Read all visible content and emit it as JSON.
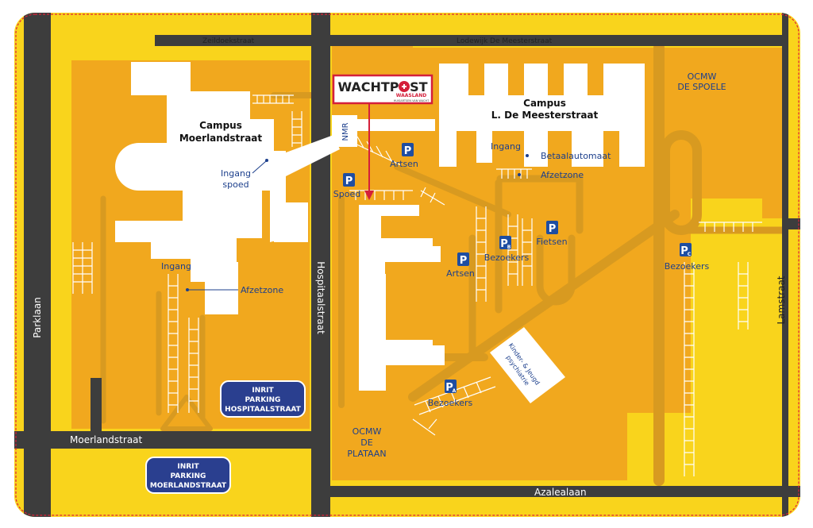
{
  "colors": {
    "background": "#f9d41c",
    "block": "#f1a81e",
    "path": "#d89a20",
    "road": "#3d3d3d",
    "building": "#ffffff",
    "label_blue": "#1c3f8c",
    "parking_blue": "#1e4da1",
    "brand_red": "#d41f3a",
    "border": "#e0223a"
  },
  "roads": {
    "zeildoekstraat": "Zeildoekstraat",
    "lodewijk": "Lodewijk De Meesterstraat",
    "parklaan": "Parklaan",
    "hospitaalstraat": "Hospitaalstraat",
    "moerlandstraat": "Moerlandstraat",
    "lamstraat": "Lamstraat",
    "azalealaan": "Azalealaan"
  },
  "campuses": {
    "moerland_line1": "Campus",
    "moerland_line2": "Moerlandstraat",
    "meester_line1": "Campus",
    "meester_line2": "L. De Meesterstraat"
  },
  "areas": {
    "spoele_line1": "OCMW",
    "spoele_line2": "DE SPOELE",
    "plataan_line1": "OCMW",
    "plataan_line2": "DE",
    "plataan_line3": "PLATAAN",
    "kinder_line1": "Kinder- & Jeugd",
    "kinder_line2": "psychiatrie",
    "nmr": "NMR"
  },
  "labels": {
    "ingang_spoed_1": "Ingang",
    "ingang_spoed_2": "spoed",
    "ingang_left": "Ingang",
    "afzetzone_left": "Afzetzone",
    "ingang_right": "Ingang",
    "betaalautomaat": "Betaalautomaat",
    "afzetzone_right": "Afzetzone"
  },
  "parking": [
    {
      "letter": "P",
      "sub": "",
      "label": "Artsen"
    },
    {
      "letter": "P",
      "sub": "",
      "label": "Spoed"
    },
    {
      "letter": "P",
      "sub": "",
      "label": "Artsen"
    },
    {
      "letter": "P",
      "sub": "B",
      "label": "Bezoekers"
    },
    {
      "letter": "P",
      "sub": "",
      "label": "Fietsen"
    },
    {
      "letter": "P",
      "sub": "C",
      "label": "Bezoekers"
    },
    {
      "letter": "P",
      "sub": "A",
      "label": "Bezoekers"
    }
  ],
  "entrances": {
    "hospitaal_1": "INRIT",
    "hospitaal_2": "PARKING",
    "hospitaal_3": "HOSPITAALSTRAAT",
    "moerland_1": "INRIT",
    "moerland_2": "PARKING",
    "moerland_3": "MOERLANDSTRAAT"
  },
  "logo": {
    "name": "WACHTPOST",
    "region": "WAASLAND",
    "tagline": "HUISARTSEN VAN WACHT"
  }
}
